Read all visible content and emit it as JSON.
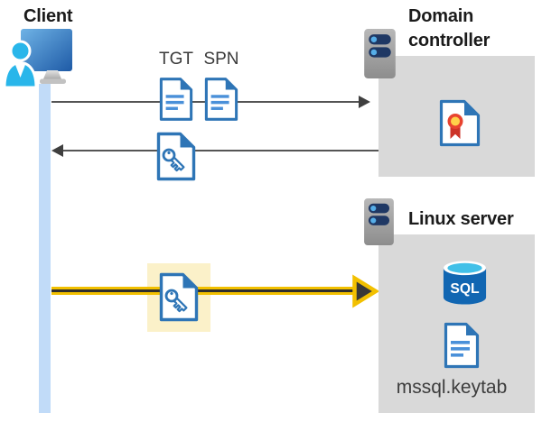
{
  "nodes": {
    "client": {
      "label": "Client",
      "icon": "user-computer-icon"
    },
    "domain_controller": {
      "label": "Domain controller",
      "icon": "server-icon",
      "contains": [
        {
          "icon": "certificate-document-icon"
        }
      ]
    },
    "linux_server": {
      "label": "Linux server",
      "icon": "server-icon",
      "contains": [
        {
          "icon": "sql-database-icon",
          "label": "SQL"
        },
        {
          "icon": "document-icon",
          "label": "mssql.keytab"
        }
      ]
    }
  },
  "flows": [
    {
      "from": "client",
      "to": "domain_controller",
      "style": "thin-gray-arrow",
      "items": [
        {
          "label": "TGT",
          "icon": "document-icon"
        },
        {
          "label": "SPN",
          "icon": "document-icon"
        }
      ]
    },
    {
      "from": "domain_controller",
      "to": "client",
      "style": "thin-gray-arrow",
      "items": [
        {
          "icon": "key-document-icon"
        }
      ]
    },
    {
      "from": "client",
      "to": "linux_server",
      "style": "thick-yellow-arrow",
      "highlighted": true,
      "items": [
        {
          "icon": "key-document-icon"
        }
      ]
    }
  ],
  "colors": {
    "accent_yellow": "#F2C000",
    "highlight_yellow": "#FBF1C9",
    "doc_blue": "#2E75B6",
    "doc_line_blue": "#4A90D9",
    "box_gray": "#D9D9D9",
    "timeline_blue": "#C1DBF8",
    "arrow_gray": "#3F3F3F",
    "server_navy": "#1F3864",
    "server_dot_blue": "#56AEE8",
    "sql_blue": "#1166B2",
    "sql_cyan": "#41C0E8",
    "cert_red": "#E8432F",
    "cert_yellow": "#FFD24A",
    "person_cyan": "#29B6EA",
    "monitor_blue_dark": "#1E5AA6",
    "heading_text": "#1B1B1B",
    "body_text": "#3D3D3D"
  }
}
